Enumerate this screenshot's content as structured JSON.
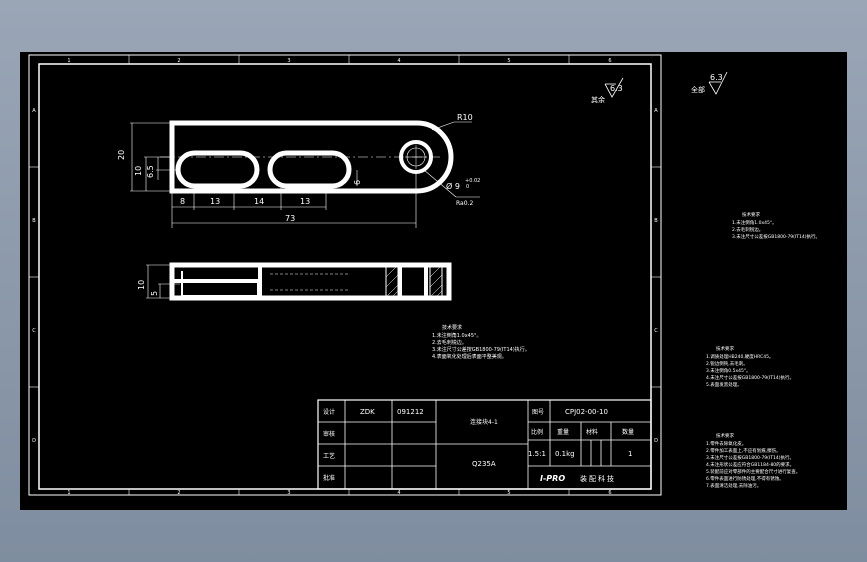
{
  "zones": {
    "top": [
      "1",
      "2",
      "3",
      "4",
      "5",
      "6"
    ],
    "side": [
      "A",
      "B",
      "C",
      "D"
    ]
  },
  "roughness": {
    "main": "6.3",
    "main_label": "其余",
    "side": "6.3",
    "side_label": "全部"
  },
  "dims": {
    "r10": "R10",
    "d20": "20",
    "d10": "10",
    "d65": "6.5",
    "d6": "6",
    "d8": "8",
    "d13a": "13",
    "d14": "14",
    "d13b": "13",
    "d73": "73",
    "hole": "Ø 9",
    "hole_tol": "+0.02",
    "hole_tol2": "0",
    "hole_ra": "Ra0.2",
    "side_10": "10",
    "side_5": "5"
  },
  "notes_center": [
    "技术要求",
    "1.未注倒角1.0x45°。",
    "2.去毛刺锐边。",
    "3.未注尺寸公差按GB1800-79(IT14)执行。",
    "4.表面氧化处理后表面平整美观。"
  ],
  "notes_right1": [
    "技术要求",
    "1.未注倒角1.0x45°。",
    "2.去毛刺锐边。",
    "3.未注尺寸公差按GB1800-79(IT14)执行。"
  ],
  "notes_right2": [
    "技术要求",
    "1.调质处理HB240,硬度HRC45。",
    "2.锐边倒钝,去毛刺。",
    "3.未注倒角0.5x45°。",
    "4.未注尺寸公差按GB1800-79(IT14)执行。",
    "5.表面发黑处理。"
  ],
  "notes_right3": [
    "技术要求",
    "1.零件去除氧化皮。",
    "2.零件加工表面上,不应有划痕,擦伤。",
    "3.未注尺寸公差按GB1800-79(IT14)执行。",
    "4.未注形状公差应符合GB1184-80的要求。",
    "5.装配前应对零部件的主要配合尺寸进行复查。",
    "6.零件表面进行防锈处理,不得有锈蚀。",
    "7.表面清洁处理,去除油污。"
  ],
  "title_block": {
    "lbl_design": "设计",
    "designer": "ZDK",
    "date": "091212",
    "lbl_check": "审核",
    "lbl_craft": "工艺",
    "lbl_approve": "批准",
    "part_name": "连接块4-1",
    "lbl_drawing_no": "图号",
    "drawing_no": "CPJ02-00-10",
    "lbl_scale": "比例",
    "lbl_weight": "重量",
    "lbl_material": "材料",
    "lbl_qty": "数量",
    "scale": "1.5:1",
    "weight": "0.1kg",
    "qty": "1",
    "material": "Q235A",
    "logo": "I-PRO",
    "company": "装配科技"
  }
}
